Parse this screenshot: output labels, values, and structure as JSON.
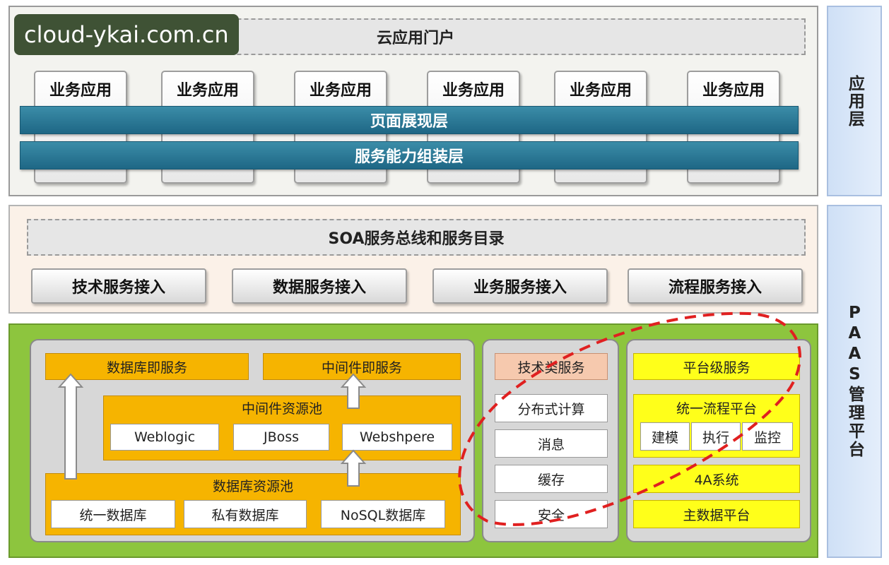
{
  "watermark": "cloud-ykai.com.cn",
  "sidebar": {
    "app": "应用层",
    "paas": "PAAS管理平台"
  },
  "app_layer": {
    "portal": "云应用门户",
    "business_apps": [
      "业务应用",
      "业务应用",
      "业务应用",
      "业务应用",
      "业务应用",
      "业务应用"
    ],
    "presentation": "页面展现层",
    "assembly": "服务能力组装层"
  },
  "soa_layer": {
    "bus": "SOA服务总线和服务目录",
    "access": [
      "技术服务接入",
      "数据服务接入",
      "业务服务接入",
      "流程服务接入"
    ]
  },
  "paas_layer": {
    "left": {
      "dbaas": "数据库即服务",
      "mwaas": "中间件即服务",
      "mw_pool": {
        "title": "中间件资源池",
        "items": [
          "Weblogic",
          "JBoss",
          "Webshpere"
        ]
      },
      "db_pool": {
        "title": "数据库资源池",
        "items": [
          "统一数据库",
          "私有数据库",
          "NoSQL数据库"
        ]
      }
    },
    "middle": {
      "title": "技术类服务",
      "items": [
        "分布式计算",
        "消息",
        "缓存",
        "安全"
      ]
    },
    "right": {
      "title": "平台级服务",
      "workflow": {
        "title": "统一流程平台",
        "items": [
          "建模",
          "执行",
          "监控"
        ]
      },
      "auth": "4A系统",
      "mdm": "主数据平台"
    }
  },
  "colors": {
    "teal": "#1e6785",
    "paas_green": "#8dc53e",
    "orange": "#f6b400",
    "yellow": "#ffff1a",
    "highlight": "#e02020"
  }
}
